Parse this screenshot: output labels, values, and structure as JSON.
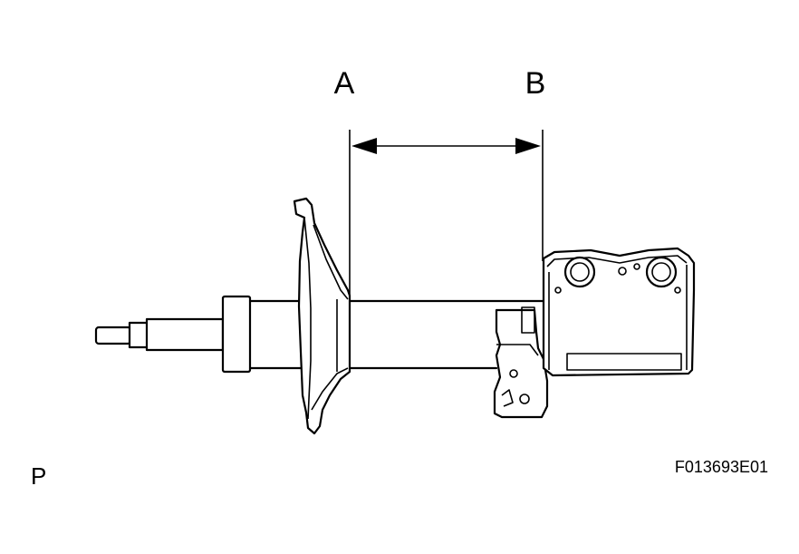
{
  "labels": {
    "point_a": "A",
    "point_b": "B",
    "view_marker": "P",
    "figure_code": "F013693E01"
  },
  "colors": {
    "line": "#000000",
    "background": "#ffffff"
  }
}
